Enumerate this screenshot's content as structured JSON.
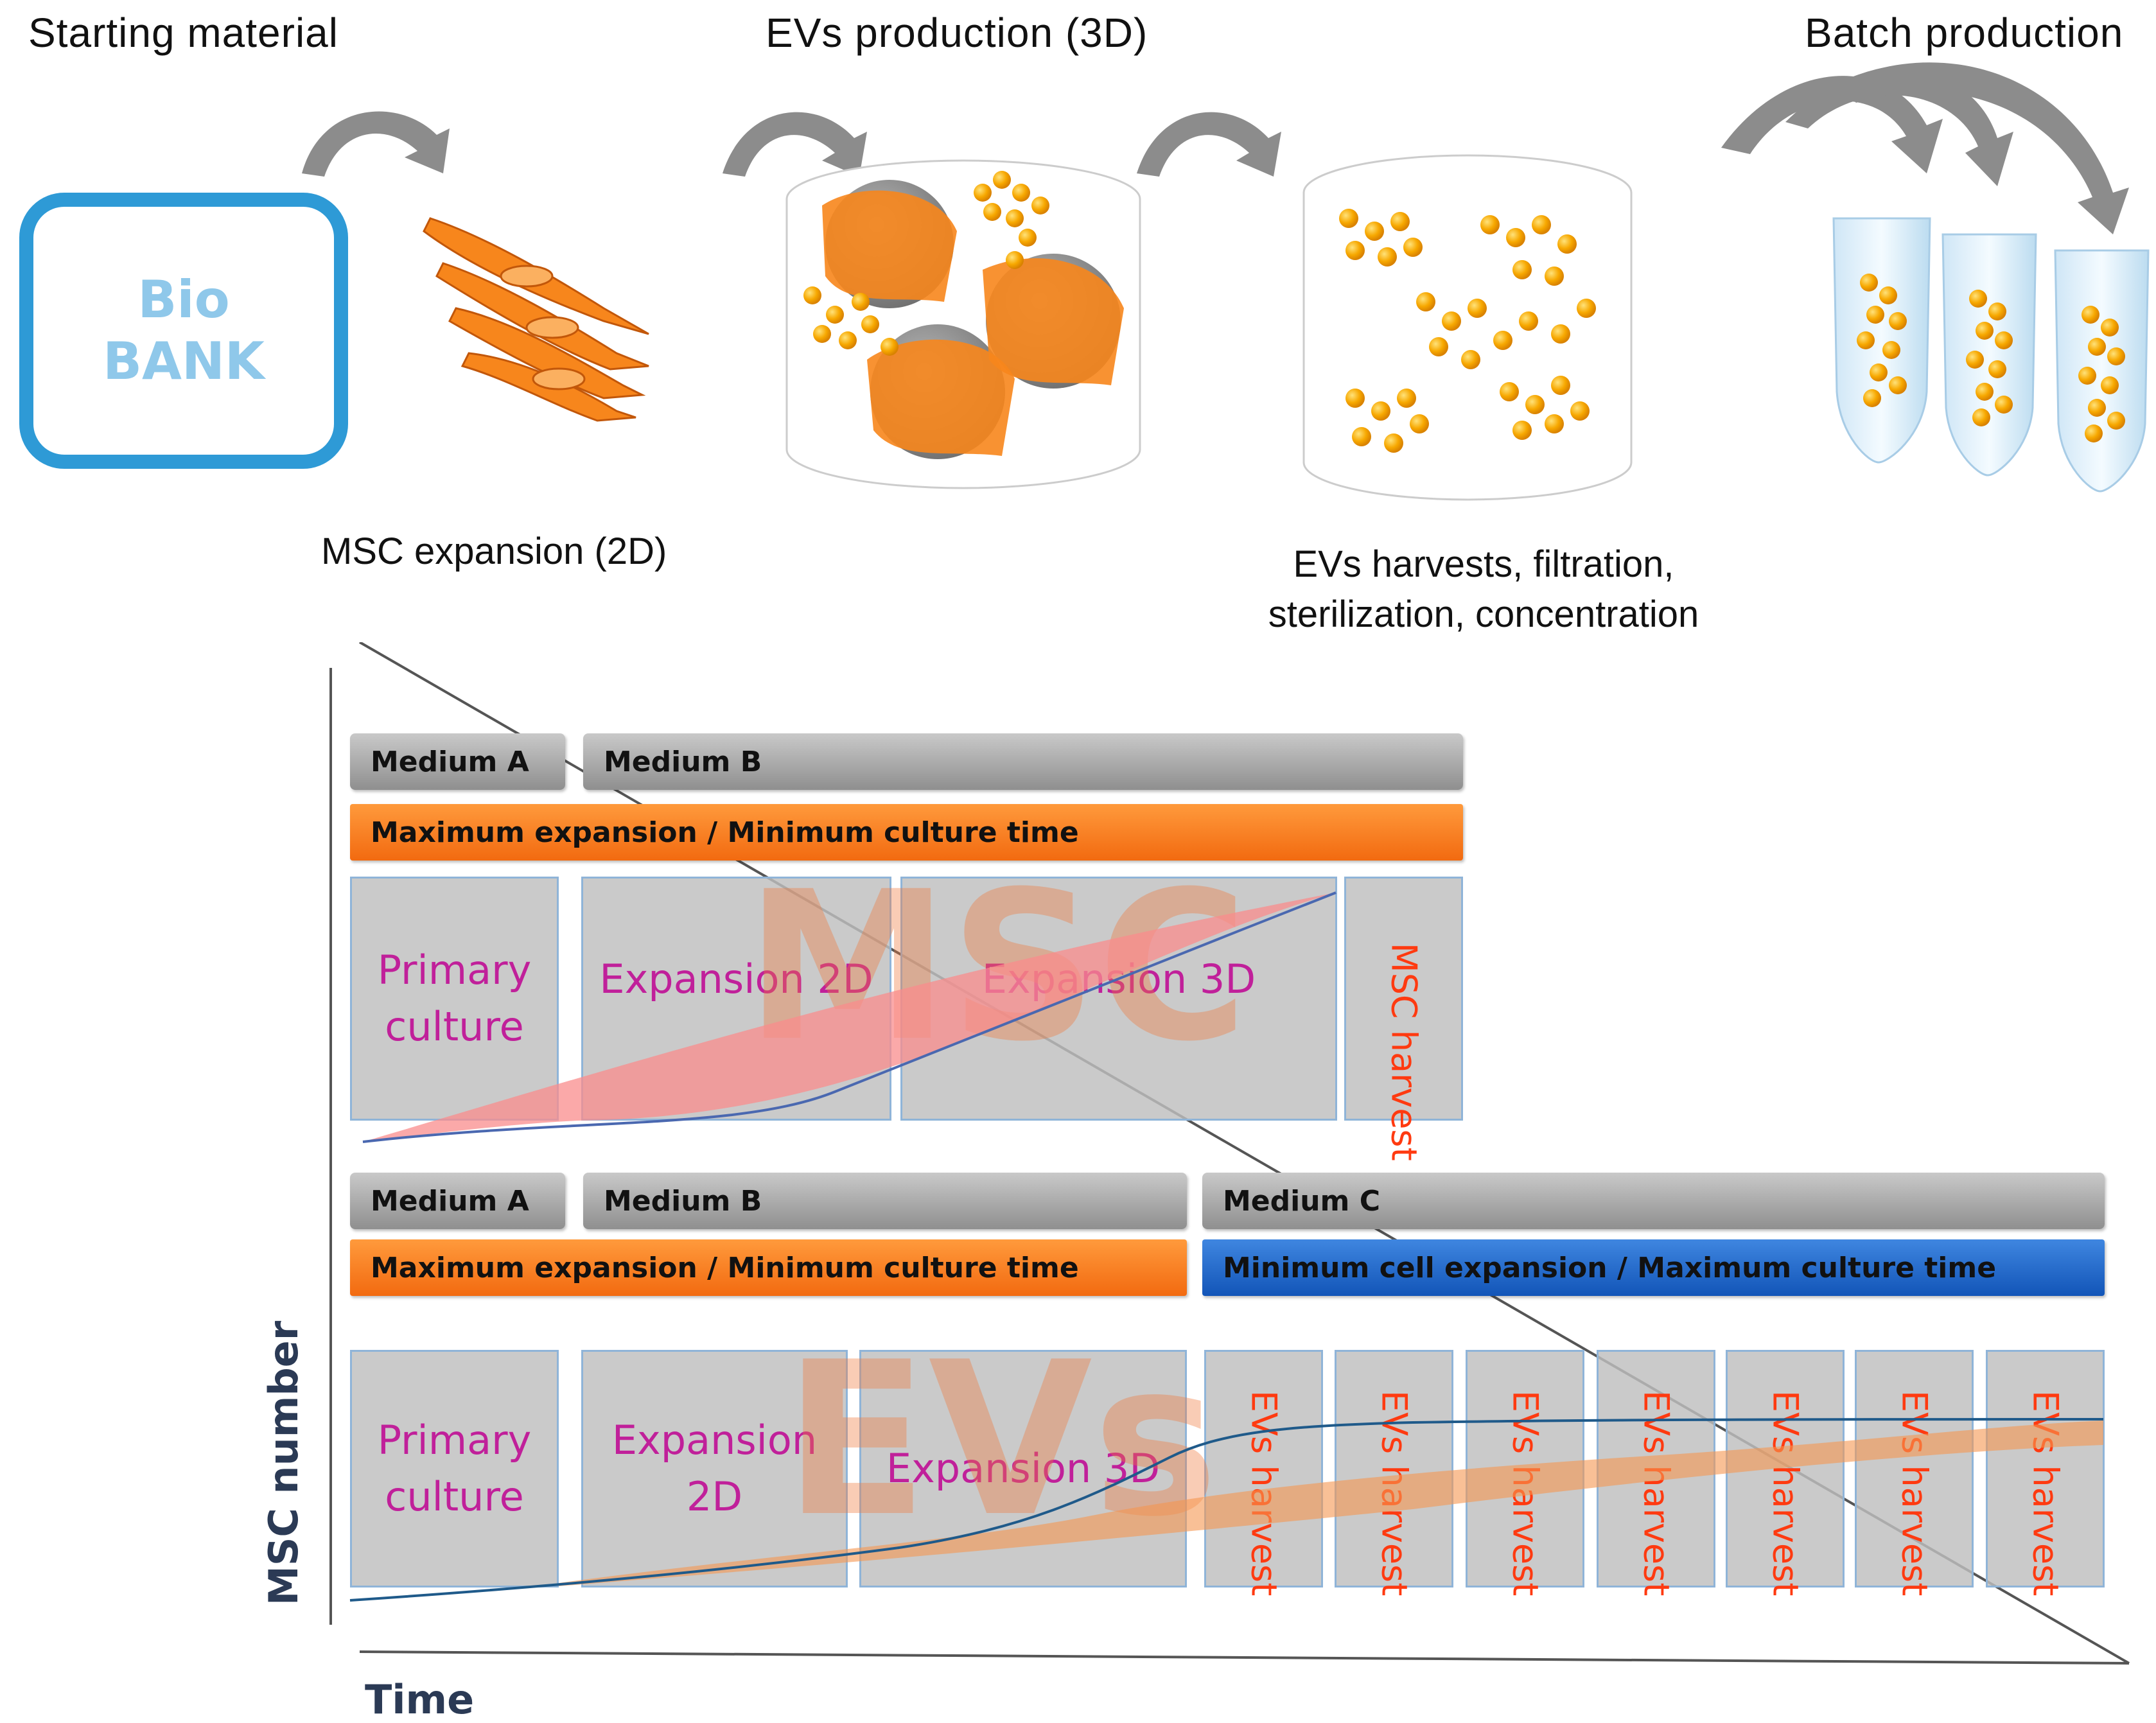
{
  "steps": {
    "starting_material": "Starting material",
    "evs_production": "EVs production (3D)",
    "batch_production": "Batch production",
    "msc_expansion": "MSC expansion (2D)",
    "evs_harvest_line1": "EVs harvests, filtration,",
    "evs_harvest_line2": "sterilization, concentration"
  },
  "biobank": {
    "line1": "Bio",
    "line2": "BANK"
  },
  "msc_panel": {
    "medium_a": "Medium A",
    "medium_b": "Medium B",
    "strategy": "Maximum expansion / Minimum culture time",
    "watermark": "MSC",
    "phases": {
      "primary_line1": "Primary",
      "primary_line2": "culture",
      "exp2d": "Expansion 2D",
      "exp3d": "Expansion 3D",
      "harvest": "MSC harvest"
    }
  },
  "ev_panel": {
    "medium_a": "Medium A",
    "medium_b": "Medium B",
    "medium_c": "Medium C",
    "strategy_left": "Maximum expansion / Minimum culture time",
    "strategy_right": "Minimum cell expansion / Maximum culture time",
    "watermark": "EVs",
    "phases": {
      "primary_line1": "Primary",
      "primary_line2": "culture",
      "exp2d_line1": "Expansion",
      "exp2d_line2": "2D",
      "exp3d": "Expansion 3D",
      "harvest": "EVs harvest"
    }
  },
  "axes": {
    "y": "MSC number",
    "x": "Time"
  },
  "colors": {
    "orange": "#f26a10",
    "blue": "#1255b8",
    "biobank": "#2e9ad6",
    "phase_text": "#c0209a",
    "harvest_text": "#ff3a10"
  }
}
